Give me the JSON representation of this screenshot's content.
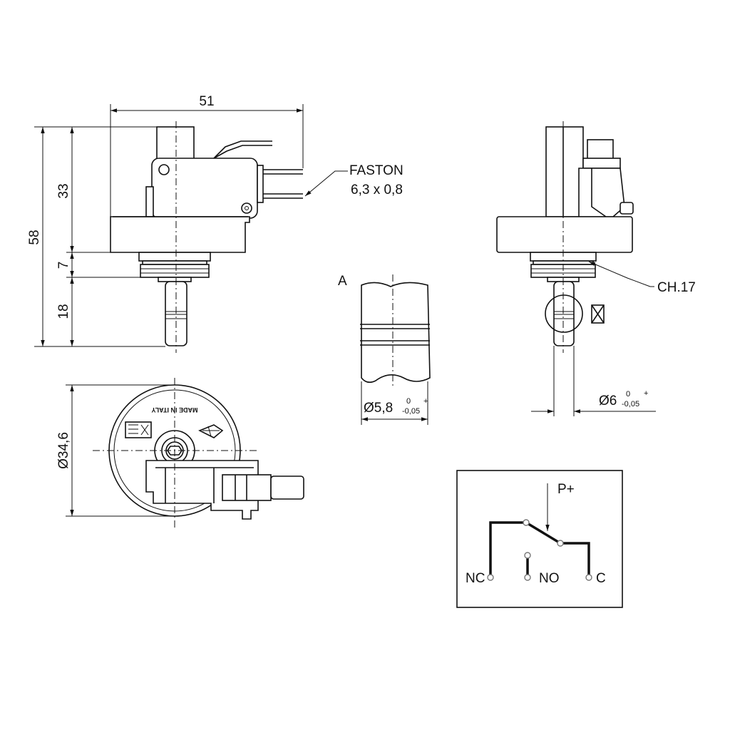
{
  "dimensions": {
    "width_51": "51",
    "height_58": "58",
    "height_33": "33",
    "height_7": "7",
    "height_18": "18",
    "diameter_34_6": "Ø34,6",
    "diameter_5_8": "Ø5,8",
    "diameter_6": "Ø6",
    "tol_upper": "0",
    "tol_lower": "-0,05",
    "tol_plus": "+"
  },
  "labels": {
    "faston_line1": "FASTON",
    "faston_line2": "6,3 x 0,8",
    "ch17": "CH.17",
    "detail_a": "A",
    "made_in_italy": "MADE IN ITALY"
  },
  "schematic": {
    "pressure": "P+",
    "nc": "NC",
    "no": "NO",
    "c": "C"
  }
}
